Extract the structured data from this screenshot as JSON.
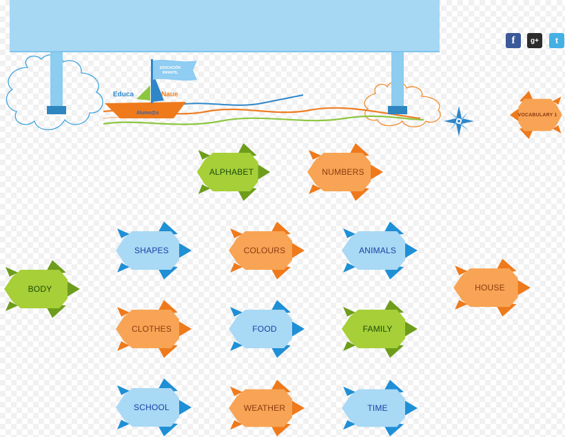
{
  "header": {
    "logo": {
      "word_left": "Educa",
      "word_right": "Naue",
      "flag_line1": "EDUCACIÓN",
      "flag_line2": "INFANTIL",
      "boat_label": "Alumn@s"
    }
  },
  "social": [
    {
      "icon": "facebook-icon",
      "glyph": "f"
    },
    {
      "icon": "google-plus-icon",
      "glyph": "g+"
    },
    {
      "icon": "twitter-icon",
      "glyph": "t"
    }
  ],
  "vocabulary": {
    "label": "VOCABULARY 1",
    "color": "orange"
  },
  "topics": [
    {
      "label": "ALPHABET",
      "color": "green"
    },
    {
      "label": "NUMBERS",
      "color": "orange"
    },
    {
      "label": "SHAPES",
      "color": "blue"
    },
    {
      "label": "COLOURS",
      "color": "orange"
    },
    {
      "label": "ANIMALS",
      "color": "blue"
    },
    {
      "label": "BODY",
      "color": "green"
    },
    {
      "label": "HOUSE",
      "color": "orange"
    },
    {
      "label": "CLOTHES",
      "color": "orange"
    },
    {
      "label": "FOOD",
      "color": "blue"
    },
    {
      "label": "FAMILY",
      "color": "green"
    },
    {
      "label": "SCHOOL",
      "color": "blue"
    },
    {
      "label": "WEATHER",
      "color": "orange"
    },
    {
      "label": "TIME",
      "color": "blue"
    }
  ],
  "colors": {
    "blue_body": "#a9d9f5",
    "blue_fins": "#1f8fd6",
    "orange_body": "#f8a455",
    "orange_fins": "#ee7a1c",
    "green_body": "#a6cf38",
    "green_fins": "#6e9d1c",
    "banner": "#a6d8f3"
  }
}
